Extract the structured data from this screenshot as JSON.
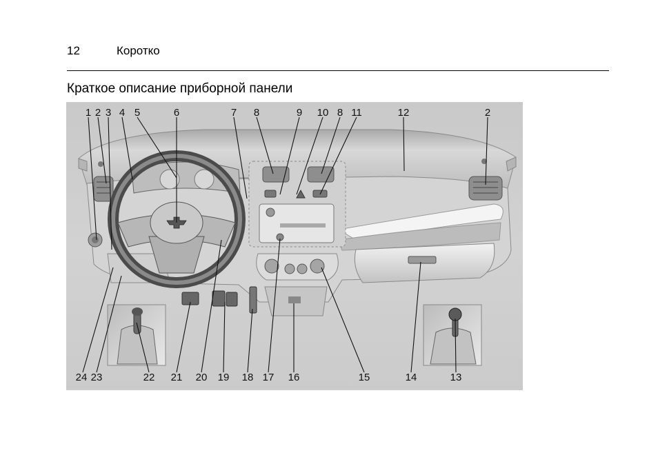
{
  "header": {
    "page_number": "12",
    "section": "Коротко"
  },
  "title": "Краткое описание приборной панели",
  "figure": {
    "top_callouts": [
      "1",
      "2",
      "3",
      "4",
      "5",
      "6",
      "7",
      "8",
      "9",
      "10",
      "8",
      "11",
      "12",
      "2"
    ],
    "bottom_callouts": [
      "24",
      "23",
      "22",
      "21",
      "20",
      "19",
      "18",
      "17",
      "16",
      "15",
      "14",
      "13"
    ],
    "steering_logo": "chevrolet-bowtie-icon"
  }
}
